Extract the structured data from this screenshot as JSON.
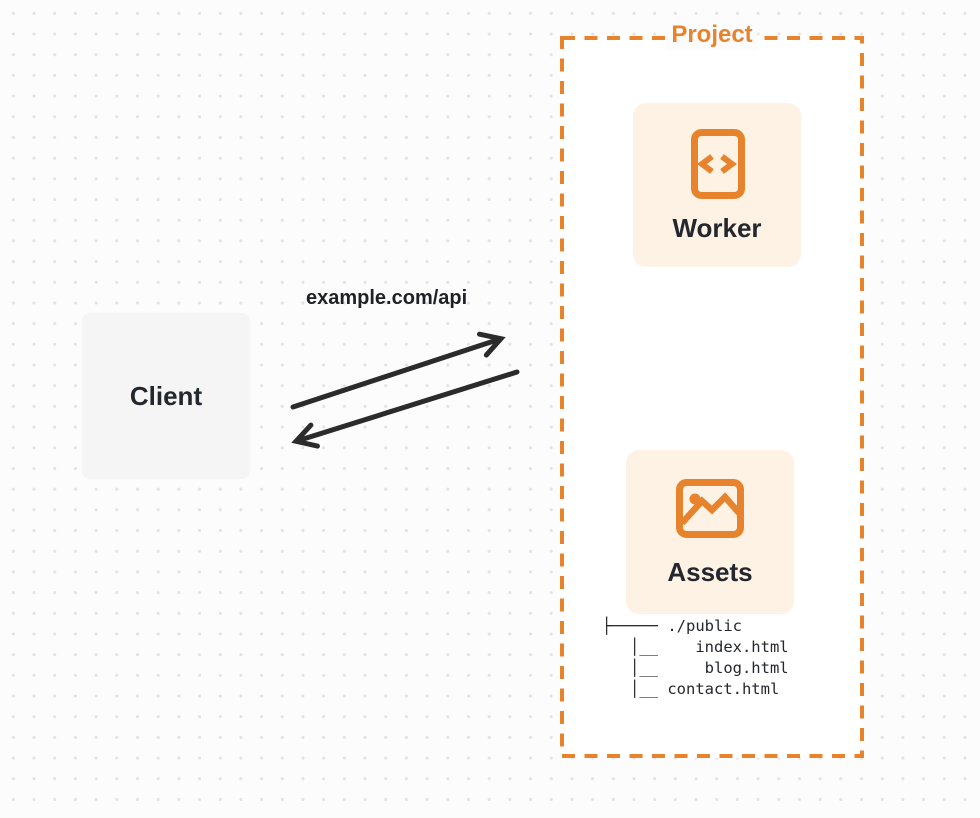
{
  "colors": {
    "accent": "#E8832D",
    "cardBg": "#FDF2E4",
    "clientBg": "#F5F5F6",
    "ink": "#23272E",
    "arrow": "#2B2B2B",
    "pageBg": "#FCFCFC",
    "dot": "#E3E3E3",
    "projectBg": "#FFFFFF"
  },
  "client": {
    "label": "Client"
  },
  "connection": {
    "label": "example.com/api"
  },
  "project": {
    "label": "Project",
    "worker": {
      "label": "Worker",
      "icon": "code-icon"
    },
    "assets": {
      "label": "Assets",
      "icon": "image-icon",
      "tree": "├───── ./public\n   │__    index.html\n   │__     blog.html\n   │__ contact.html"
    }
  }
}
